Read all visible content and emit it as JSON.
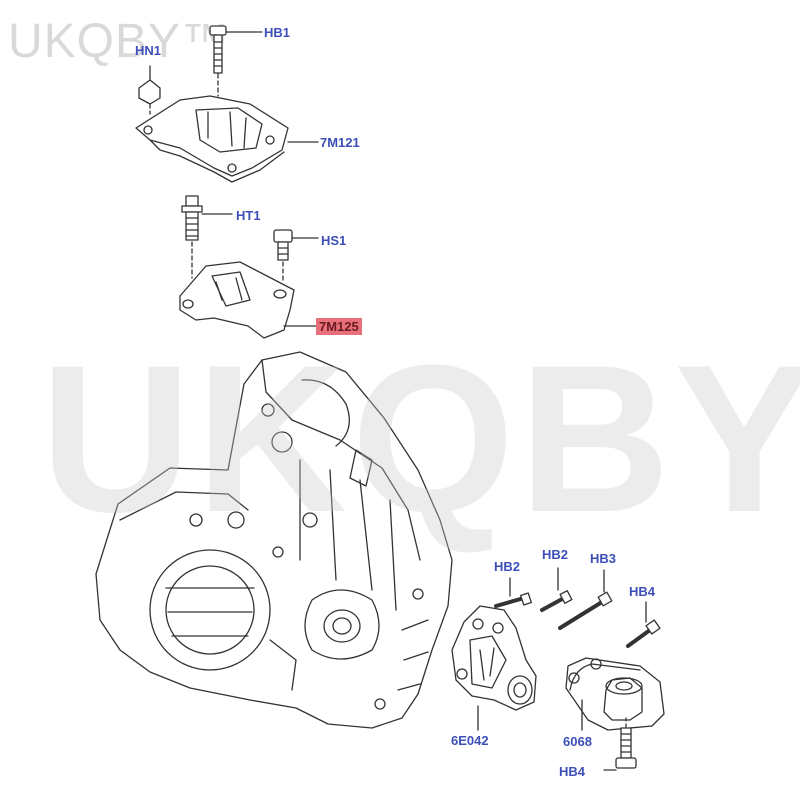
{
  "watermark": {
    "small": "UKQBY™",
    "large": "UKQBY™"
  },
  "labels": {
    "hb1_top": "HB1",
    "hn1": "HN1",
    "m7121": "7M121",
    "ht1": "HT1",
    "hs1": "HS1",
    "m7125": "7M125",
    "hb2_left": "HB2",
    "hb2_right": "HB2",
    "hb3": "HB3",
    "hb4_top": "HB4",
    "e6042": "6E042",
    "p6068": "6068",
    "hb4_bottom": "HB4"
  },
  "colors": {
    "label": "#3d4fb8",
    "highlight": "#e8707a",
    "line": "#333333"
  },
  "highlighted_part": "7M125"
}
